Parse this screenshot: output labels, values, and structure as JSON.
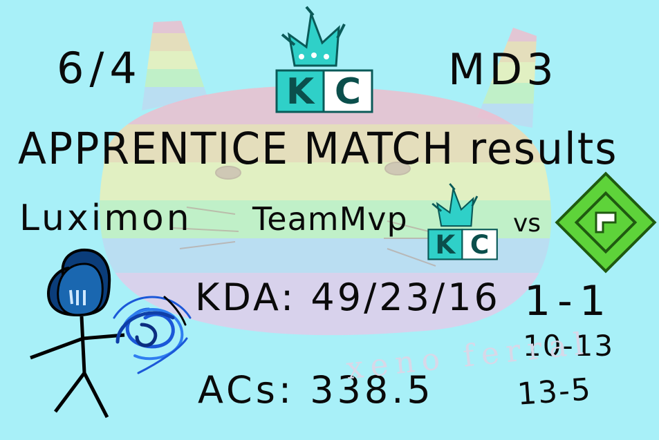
{
  "header": {
    "date": "6/4",
    "series_format": "MD3"
  },
  "title": "APPRENTICE MATCH results",
  "player": {
    "name": "Luximon",
    "award": "TeamMvp"
  },
  "versus_label": "vs",
  "stats": {
    "kda": "KDA: 49/23/16",
    "acs": "ACs: 338.5"
  },
  "score": {
    "series": "1-1",
    "maps": [
      "10-13",
      "13-5"
    ]
  },
  "faint_text": "xeno ferral",
  "logos": [
    {
      "icon": "kc-crown-logo",
      "letters": "KC"
    },
    {
      "icon": "kc-crown-logo",
      "letters": "KC"
    },
    {
      "icon": "green-opponent-logo"
    }
  ],
  "colors": {
    "background": "#a8f0f8",
    "kc_teal": "#2fd0c8",
    "opponent_green": "#5ed33a",
    "avatar_blue": "#0b3d7a"
  }
}
